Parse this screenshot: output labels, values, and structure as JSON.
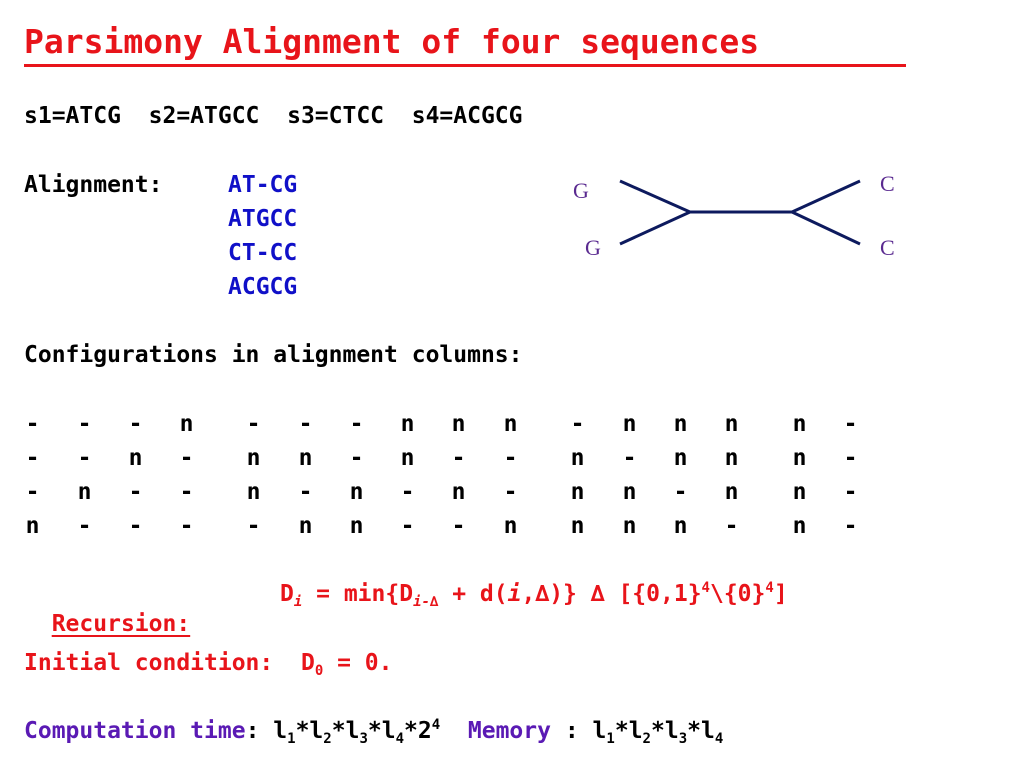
{
  "title": "Parsimony Alignment of four sequences",
  "sequences": "s1=ATCG  s2=ATGCC  s3=CTCC  s4=ACGCG",
  "alignment": {
    "label": "Alignment:",
    "rows": [
      "AT-CG",
      "ATGCC",
      "CT-CC",
      "ACGCG"
    ]
  },
  "tree": {
    "leaves": [
      "G",
      "G",
      "C",
      "C"
    ]
  },
  "configurations": {
    "heading": "Configurations in alignment columns:",
    "rows": [
      [
        "-",
        "-",
        "-",
        "n",
        "-",
        "-",
        "-",
        "n",
        "n",
        "n",
        "-",
        "n",
        "n",
        "n",
        "n",
        "-"
      ],
      [
        "-",
        "-",
        "n",
        "-",
        "n",
        "n",
        "-",
        "n",
        "-",
        "-",
        "n",
        "-",
        "n",
        "n",
        "n",
        "-"
      ],
      [
        "-",
        "n",
        "-",
        "-",
        "n",
        "-",
        "n",
        "-",
        "n",
        "-",
        "n",
        "n",
        "-",
        "n",
        "n",
        "-"
      ],
      [
        "n",
        "-",
        "-",
        "-",
        "-",
        "n",
        "n",
        "-",
        "-",
        "n",
        "n",
        "n",
        "n",
        "-",
        "n",
        "-"
      ]
    ]
  },
  "recursion": {
    "label": "Recursion:",
    "D": "D",
    "i": "i",
    "eq": " = min{D",
    "sub_i_delta": "i-∆",
    "plus": " + d(",
    "i2": "i",
    "comma_delta": ",",
    "delta1": "∆",
    "close": ")} ",
    "delta2": "∆",
    "set_open": " [{0,1}",
    "exp1": "4",
    "set_mid": "\\{0}",
    "exp2": "4",
    "set_close": "]"
  },
  "initial": {
    "label": "Initial condition:",
    "D": "D",
    "sub": "0",
    "rest": " = 0."
  },
  "computation": {
    "label": "Computation time",
    "colon": ": ",
    "l": "l",
    "star": "*",
    "s1": "1",
    "s2": "2",
    "s3": "3",
    "s4": "4",
    "two": "2",
    "exp": "4",
    "memory_label": "Memory",
    "memory_colon": " : "
  }
}
